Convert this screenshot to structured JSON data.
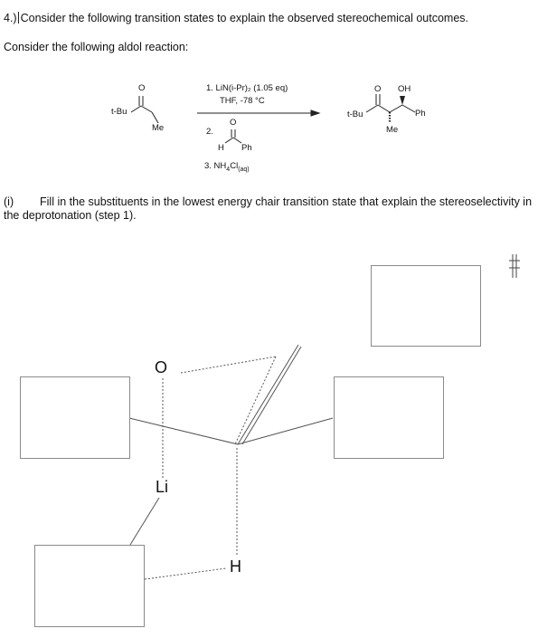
{
  "question": {
    "number": "4.)",
    "title": "Consider the following transition states to explain the observed stereochemical outcomes.",
    "intro": "Consider the following aldol reaction:"
  },
  "scheme": {
    "reactant": {
      "group_left": "t-Bu",
      "group_methyl": "Me",
      "carbonyl_o": "O"
    },
    "conditions": {
      "step1": "1. LiN(i-Pr)₂ (1.05 eq)",
      "step1_sub": "THF, -78 °C",
      "step2_num": "2.",
      "aldehyde_o": "O",
      "aldehyde_h": "H",
      "aldehyde_ph": "Ph",
      "step3_prefix": "3. NH",
      "step3_sub4": "4",
      "step3_mid": "Cl",
      "step3_sub_aq": "(aq)"
    },
    "product": {
      "group_left": "t-Bu",
      "group_methyl": "Me",
      "group_right": "Ph",
      "carbonyl_o": "O",
      "hydroxyl": "OH"
    }
  },
  "part_i": {
    "label": "(i)",
    "text": "Fill in the substituents in the lowest energy chair transition state that explain the stereoselectivity in the deprotonation (step 1)."
  },
  "transition_state": {
    "atom_o": "O",
    "atom_li": "Li",
    "atom_h": "H"
  },
  "icons": {
    "move_handle": "move-handle-icon"
  }
}
